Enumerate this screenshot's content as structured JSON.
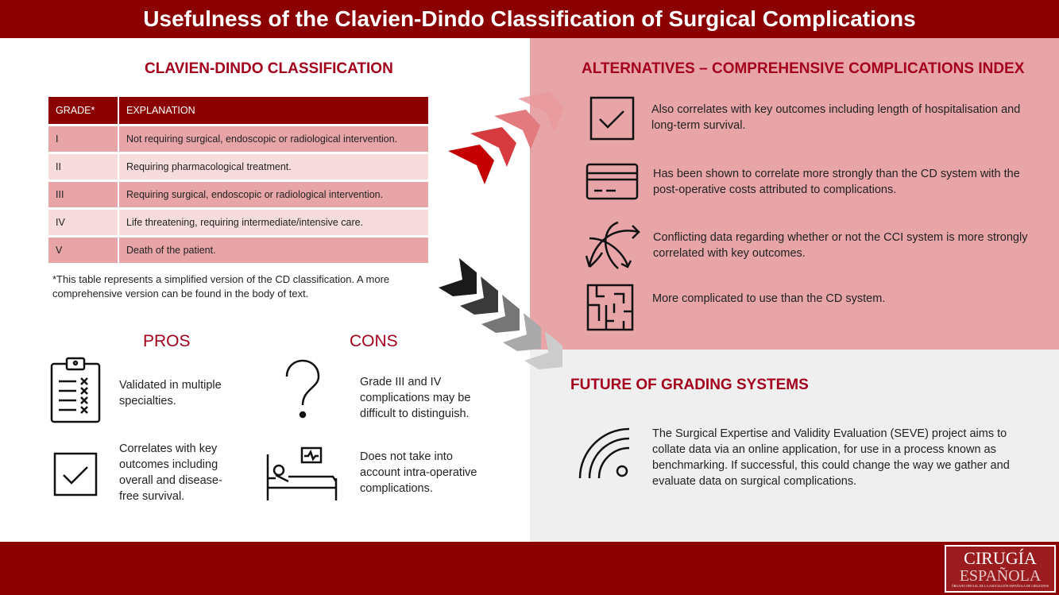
{
  "title": "Usefulness of the Clavien-Dindo Classification of Surgical Complications",
  "classification": {
    "heading": "CLAVIEN-DINDO CLASSIFICATION",
    "columns": [
      "GRADE*",
      "EXPLANATION"
    ],
    "rows": [
      {
        "grade": "I",
        "explanation": "Not requiring surgical, endoscopic or radiological intervention."
      },
      {
        "grade": "II",
        "explanation": "Requiring pharmacological treatment."
      },
      {
        "grade": "III",
        "explanation": "Requiring surgical, endoscopic or radiological intervention."
      },
      {
        "grade": "IV",
        "explanation": "Life threatening, requiring intermediate/intensive care."
      },
      {
        "grade": "V",
        "explanation": "Death of the patient."
      }
    ],
    "footnote": "*This table represents a simplified version of the CD classification. A more comprehensive version can be found in the body of text."
  },
  "pros": {
    "heading": "PROS",
    "items": [
      {
        "icon": "clipboard-checklist-icon",
        "text": "Validated in multiple specialties."
      },
      {
        "icon": "checkbox-icon",
        "text": "Correlates with key outcomes including overall and disease-free survival."
      }
    ]
  },
  "cons": {
    "heading": "CONS",
    "items": [
      {
        "icon": "question-mark-icon",
        "text": "Grade III and IV complications may be difficult to distinguish."
      },
      {
        "icon": "hospital-bed-icon",
        "text": "Does not take into account intra-operative complications."
      }
    ]
  },
  "alternatives": {
    "heading": "ALTERNATIVES – COMPREHENSIVE COMPLICATIONS INDEX",
    "items": [
      {
        "icon": "checkbox-icon",
        "text": "Also correlates with key outcomes including length of hospitalisation and long-term survival."
      },
      {
        "icon": "credit-card-icon",
        "text": "Has been shown to correlate more strongly than the CD system with the post-operative costs attributed to complications."
      },
      {
        "icon": "conflicting-arrows-icon",
        "text": "Conflicting data regarding whether or not the CCI system is more strongly correlated with key outcomes."
      },
      {
        "icon": "maze-icon",
        "text": "More complicated to use than the CD system."
      }
    ]
  },
  "future": {
    "heading": "FUTURE OF GRADING SYSTEMS",
    "icon": "wifi-signal-icon",
    "text": "The Surgical Expertise and Validity Evaluation (SEVE) project aims to collate data via an online application, for use in a process known as benchmarking. If successful, this could change the way we gather and evaluate data on surgical complications."
  },
  "logo": {
    "line1": "CIRUGÍA",
    "line2": "ESPAÑOLA",
    "line3": "ÓRGANO OFICIAL DE LA ASOCIACIÓN ESPAÑOLA DE CIRUJANOS"
  },
  "colors": {
    "brand": "#8b0000",
    "pink": "#e8a5a8",
    "light_pink": "#f7dcdd",
    "grey": "#efefef"
  }
}
